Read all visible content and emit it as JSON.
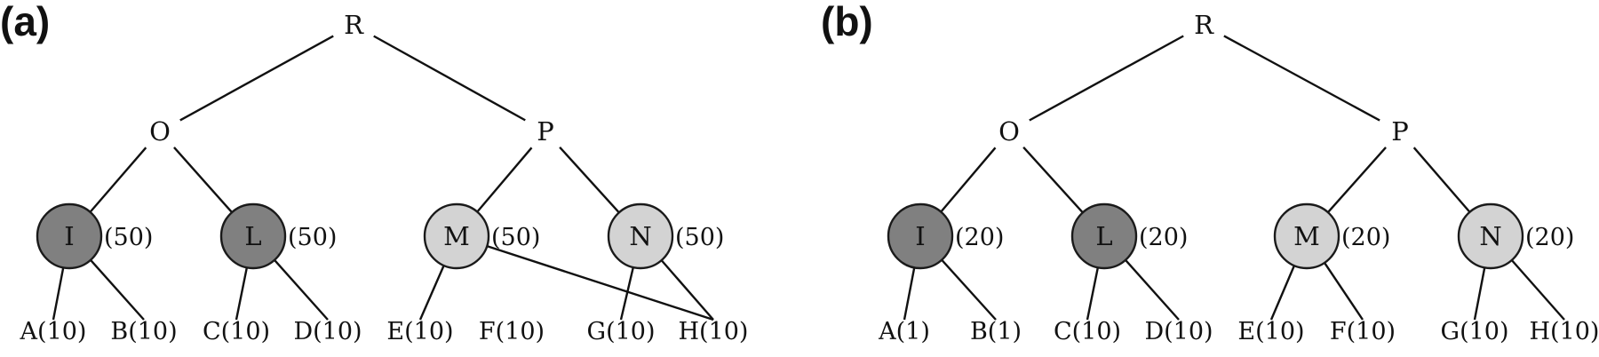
{
  "colors": {
    "dark_node": "#808080",
    "light_node": "#d3d3d3",
    "line": "#111111"
  },
  "panels": [
    {
      "label": "(a)",
      "root": "R",
      "internal": [
        "O",
        "P"
      ],
      "weighted_nodes": [
        {
          "label": "I",
          "weight": "(50)",
          "shade": "dark"
        },
        {
          "label": "L",
          "weight": "(50)",
          "shade": "dark"
        },
        {
          "label": "M",
          "weight": "(50)",
          "shade": "light"
        },
        {
          "label": "N",
          "weight": "(50)",
          "shade": "light"
        }
      ],
      "leaves": [
        "A(10)",
        "B(10)",
        "C(10)",
        "D(10)",
        "E(10)",
        "F(10)",
        "G(10)",
        "H(10)"
      ],
      "crossing_edges": [
        {
          "from": "M",
          "to": "H(10)"
        },
        {
          "from": "N",
          "to": "G(10)"
        }
      ]
    },
    {
      "label": "(b)",
      "root": "R",
      "internal": [
        "O",
        "P"
      ],
      "weighted_nodes": [
        {
          "label": "I",
          "weight": "(20)",
          "shade": "dark"
        },
        {
          "label": "L",
          "weight": "(20)",
          "shade": "dark"
        },
        {
          "label": "M",
          "weight": "(20)",
          "shade": "light"
        },
        {
          "label": "N",
          "weight": "(20)",
          "shade": "light"
        }
      ],
      "leaves": [
        "A(1)",
        "B(1)",
        "C(10)",
        "D(10)",
        "E(10)",
        "F(10)",
        "G(10)",
        "H(10)"
      ],
      "crossing_edges": []
    }
  ]
}
